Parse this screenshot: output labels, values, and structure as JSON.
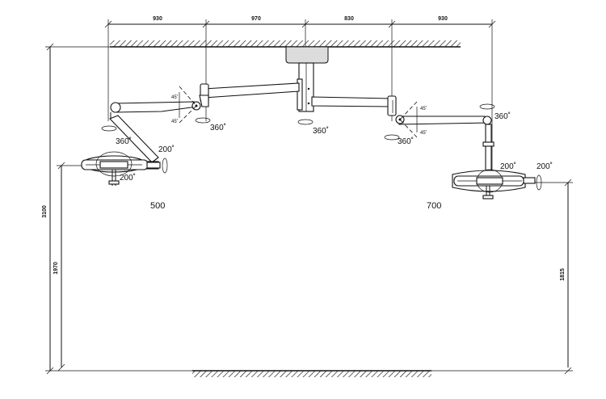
{
  "dimensions": {
    "top": [
      "930",
      "970",
      "830",
      "930"
    ],
    "total_height": "3100",
    "left_height": "1970",
    "right_height": "1815"
  },
  "angles": {
    "rot_360": "360˚",
    "rot_200": "200˚",
    "tilt_45": "45˚"
  },
  "lamps": {
    "left_size": "500",
    "right_size": "700"
  }
}
